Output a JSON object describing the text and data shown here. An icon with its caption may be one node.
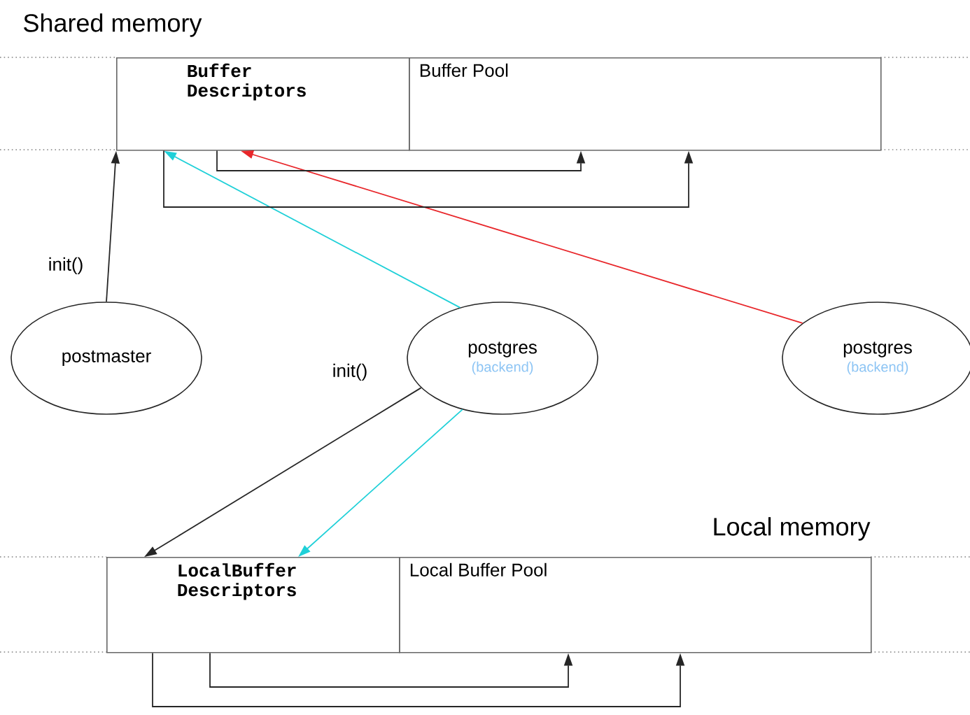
{
  "diagram": {
    "nodes": [
      {
        "text": [
          "Buffer Descriptors"
        ]
      },
      {
        "text": [
          "Buffer Pool"
        ]
      },
      {
        "text": [
          "postmaster"
        ]
      },
      {
        "text": [
          "postgres",
          "(backend)"
        ]
      },
      {
        "text": [
          "postgres",
          "(backend)"
        ]
      },
      {
        "text": [
          "LocalBuffer Descriptors"
        ]
      },
      {
        "text": [
          "Local Buffer Pool"
        ]
      }
    ],
    "edges": [
      {
        "from": 2,
        "to": 0,
        "arrow": "to",
        "label": "init()"
      },
      {
        "from": 3,
        "to": 0,
        "arrow": "to",
        "color": "#1fd0d8"
      },
      {
        "from": 4,
        "to": 0,
        "arrow": "to",
        "color": "#e8262a"
      },
      {
        "from": 0,
        "to": 1,
        "arrow": "to"
      },
      {
        "from": 0,
        "to": 1,
        "arrow": "to"
      },
      {
        "from": 3,
        "to": 5,
        "arrow": "to",
        "label": "init()"
      },
      {
        "from": 3,
        "to": 5,
        "arrow": "to",
        "color": "#1fd0d8"
      },
      {
        "from": 5,
        "to": 6,
        "arrow": "to"
      },
      {
        "from": 5,
        "to": 6,
        "arrow": "to"
      }
    ],
    "labels": [
      "Shared memory",
      "Local memory"
    ]
  }
}
